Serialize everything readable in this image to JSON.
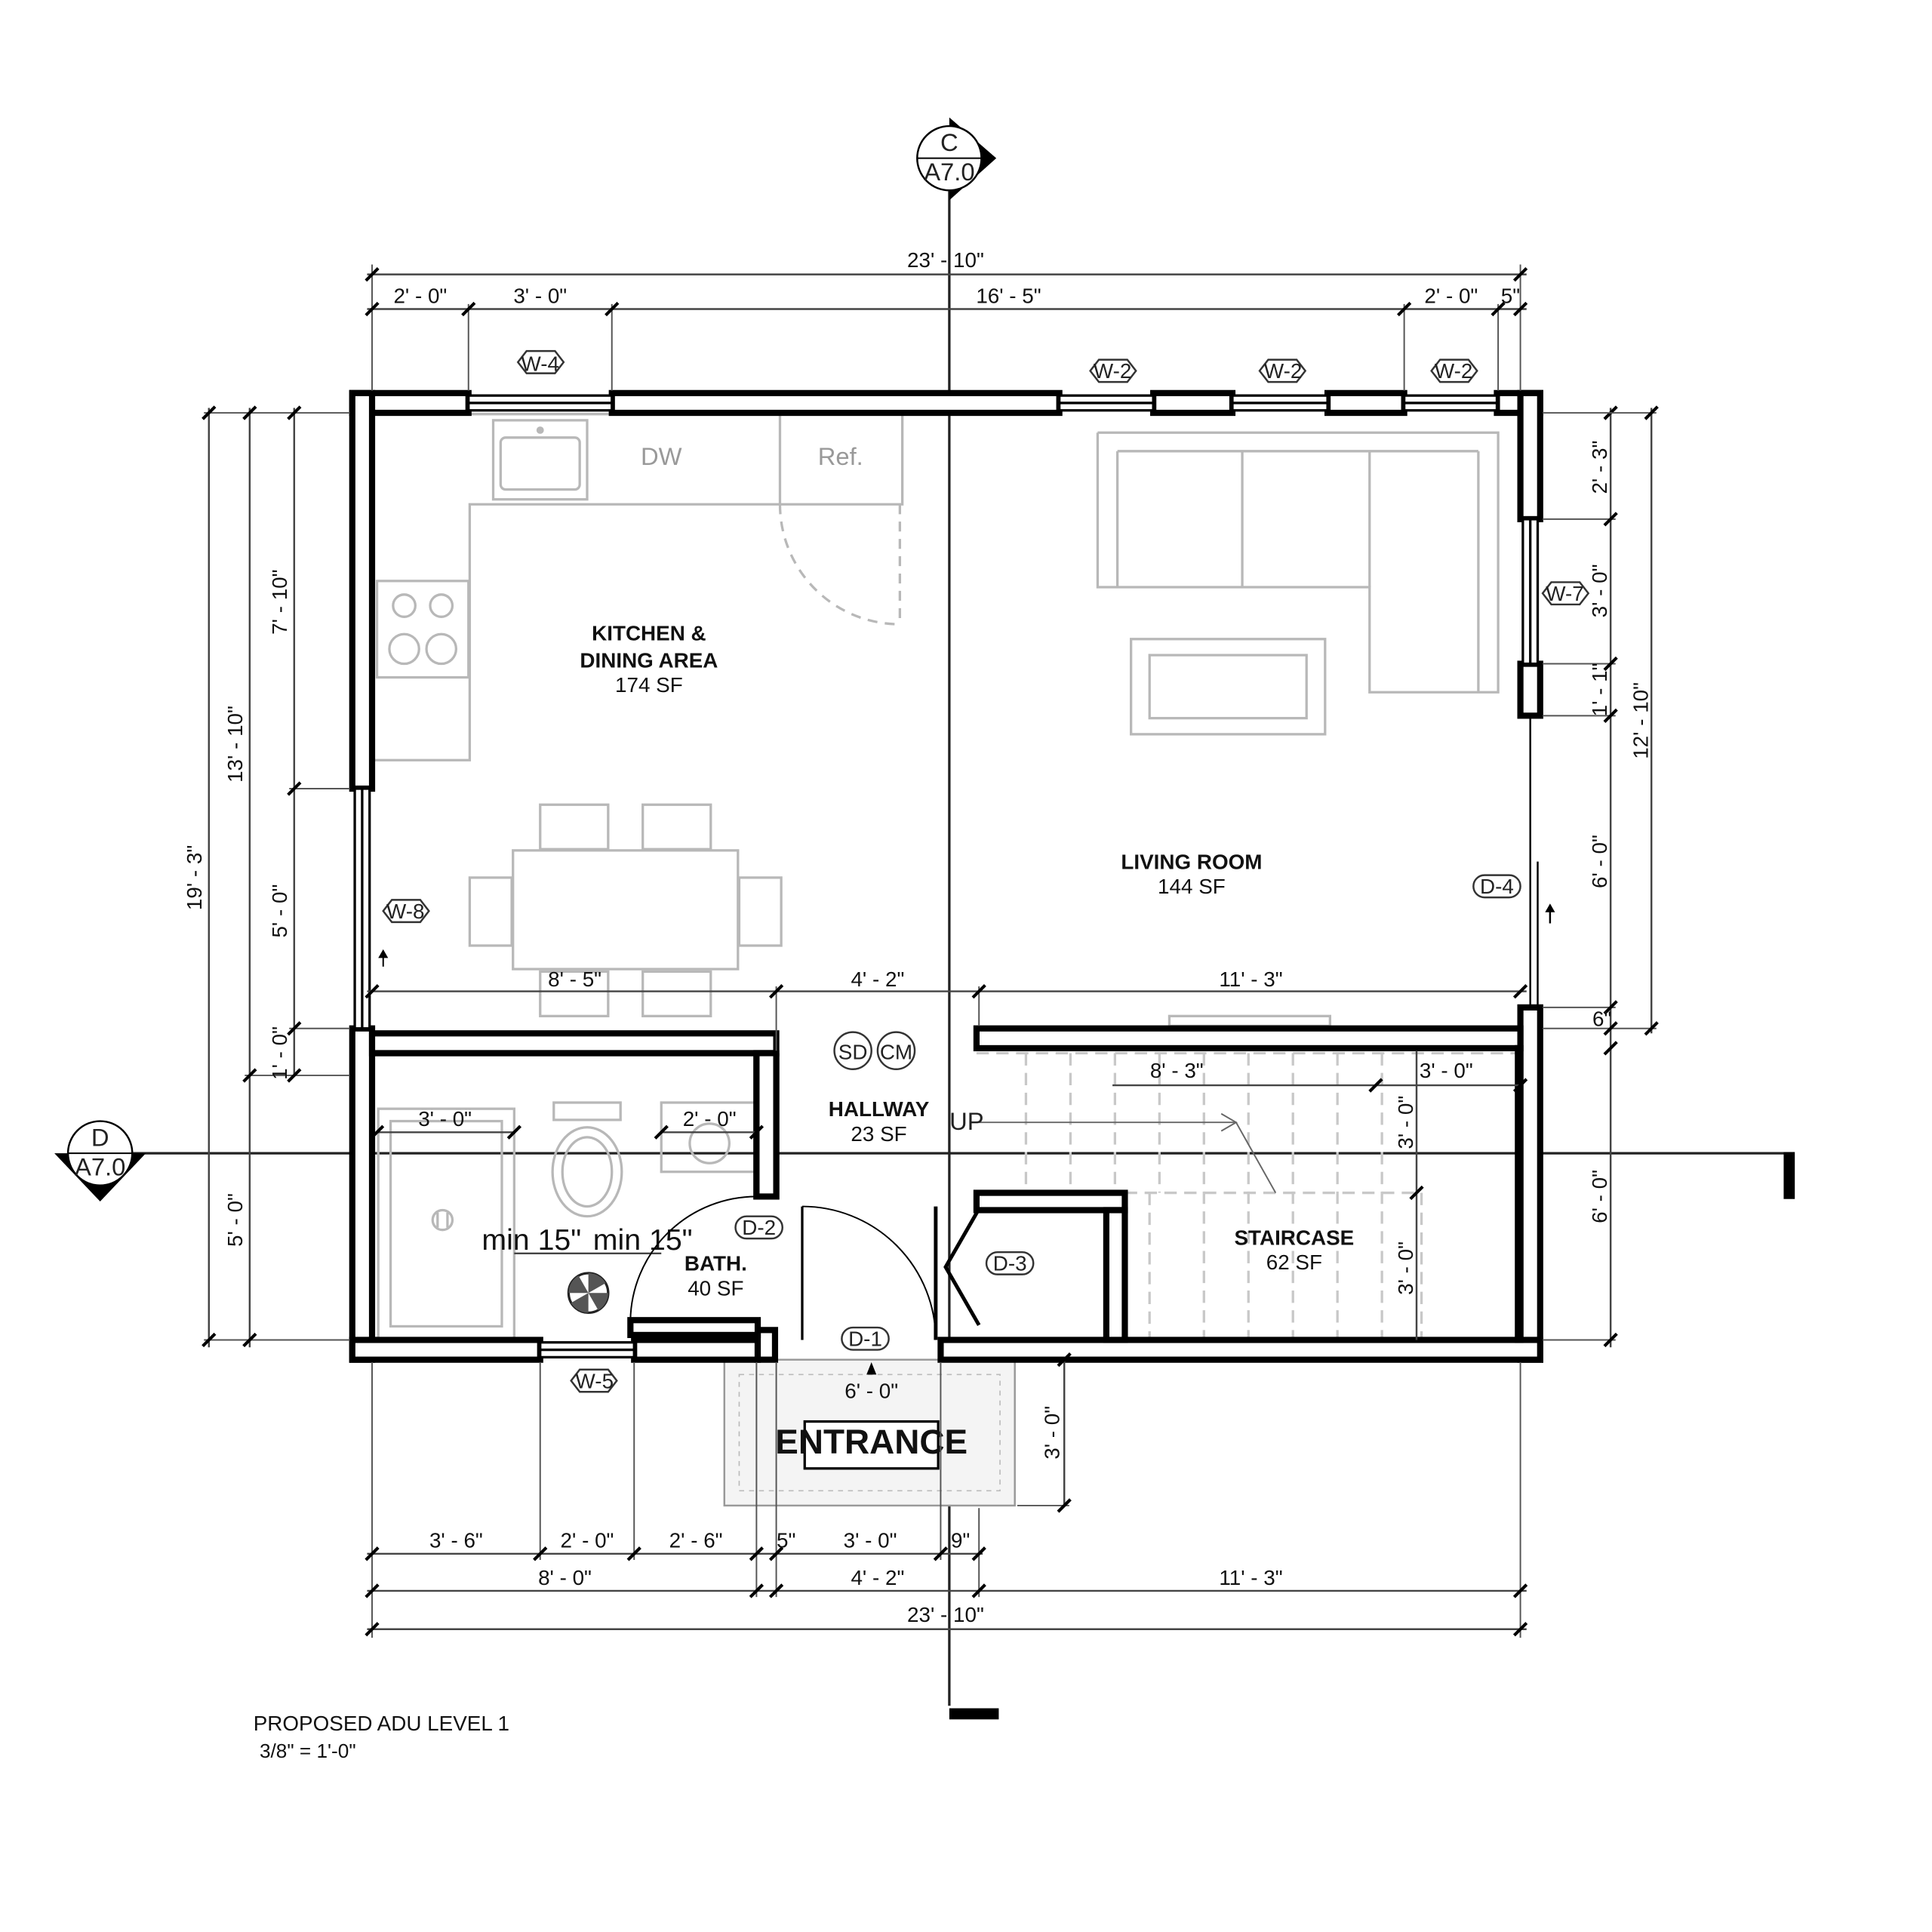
{
  "drawing": {
    "title": "PROPOSED ADU LEVEL 1",
    "scale": "3/8\" = 1'-0\""
  },
  "section_markers": {
    "c": {
      "letter": "C",
      "sheet": "A7.0"
    },
    "d": {
      "letter": "D",
      "sheet": "A7.0"
    }
  },
  "rooms": {
    "kitchen": {
      "name_line1": "KITCHEN &",
      "name_line2": "DINING AREA",
      "area": "174 SF"
    },
    "living": {
      "name": "LIVING ROOM",
      "area": "144 SF"
    },
    "hallway": {
      "name": "HALLWAY",
      "area": "23 SF"
    },
    "bath": {
      "name": "BATH.",
      "area": "40 SF"
    },
    "staircase": {
      "name": "STAIRCASE",
      "area": "62 SF"
    },
    "entrance": {
      "name": "ENTRANCE"
    }
  },
  "fixtures": {
    "dishwasher": "DW",
    "refrigerator": "Ref.",
    "smoke_detector": "SD",
    "co_monitor": "CM",
    "stair_up": "UP",
    "bath_clearance_left": "min 15\"",
    "bath_clearance_right": "min 15\""
  },
  "tags": {
    "w4": "W-4",
    "w2a": "W-2",
    "w2b": "W-2",
    "w2c": "W-2",
    "w7": "W-7",
    "w8": "W-8",
    "w5": "W-5",
    "d1": "D-1",
    "d2": "D-2",
    "d3": "D-3",
    "d4": "D-4"
  },
  "dims": {
    "top_total": "23' - 10\"",
    "top_2ft_left": "2' - 0\"",
    "top_3ft": "3' - 0\"",
    "top_16ft5": "16' - 5\"",
    "top_2ft_right": "2' - 0\"",
    "top_5in": "5\"",
    "left_19ft3": "19' - 3\"",
    "left_13ft10": "13' - 10\"",
    "left_7ft10": "7' - 10\"",
    "left_5ft_upper": "5' - 0\"",
    "left_1ft": "1' - 0\"",
    "left_5ft_lower": "5' - 0\"",
    "right_12ft10": "12' - 10\"",
    "right_2ft3": "2' - 3\"",
    "right_3ft": "3' - 0\"",
    "right_1ft1": "1' - 1\"",
    "right_6ft_upper": "6' - 0\"",
    "right_6in": "6\"",
    "right_6ft_lower": "6' - 0\"",
    "mid_8ft5": "8' - 5\"",
    "mid_4ft2": "4' - 2\"",
    "mid_11ft3": "11' - 3\"",
    "stair_8ft3": "8' - 3\"",
    "stair_3ft_h": "3' - 0\"",
    "stair_3ft_v1": "3' - 0\"",
    "stair_3ft_v2": "3' - 0\"",
    "bath_3ft": "3' - 0\"",
    "bath_2ft": "2' - 0\"",
    "entry_6ft": "6' - 0\"",
    "entry_3ft": "3' - 0\"",
    "bot1_3ft6": "3' - 6\"",
    "bot1_2ft": "2' - 0\"",
    "bot1_2ft6": "2' - 6\"",
    "bot1_5in": "5\"",
    "bot1_3ft": "3' - 0\"",
    "bot1_9in": "9\"",
    "bot2_8ft": "8' - 0\"",
    "bot2_4ft2": "4' - 2\"",
    "bot2_11ft3": "11' - 3\"",
    "bot3_total": "23' - 10\""
  }
}
